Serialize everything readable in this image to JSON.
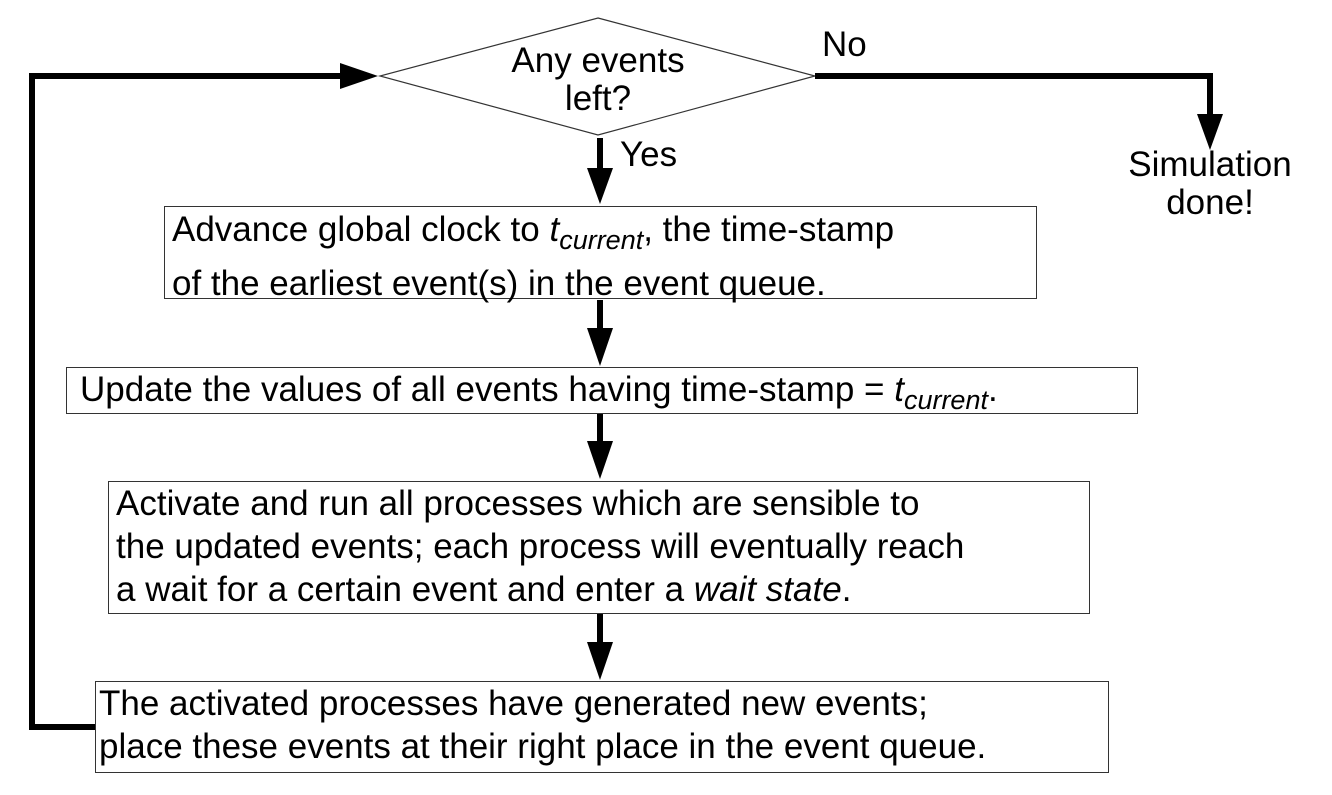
{
  "decision": {
    "line1": "Any events",
    "line2": "left?"
  },
  "branches": {
    "no": "No",
    "yes": "Yes"
  },
  "end": {
    "line1": "Simulation",
    "line2": "done!"
  },
  "step1": {
    "pre": "Advance global clock to ",
    "var": "t",
    "sub": "current",
    "post": ", the time-stamp",
    "line2": "of the earliest event(s) in the event queue."
  },
  "step2": {
    "pre": "Update the values of all events having time-stamp = ",
    "var": "t",
    "sub": "current",
    "post": "."
  },
  "step3": {
    "line1": "Activate and run all processes which are sensible to",
    "line2": "the updated events; each process will eventually reach",
    "line3_pre": "a wait for a certain event and enter a ",
    "line3_em": "wait state",
    "line3_post": "."
  },
  "step4": {
    "line1": "The activated processes have generated new events;",
    "line2": "place these events at their right place in the event queue."
  },
  "colors": {
    "line": "#000000",
    "border": "#333333"
  }
}
